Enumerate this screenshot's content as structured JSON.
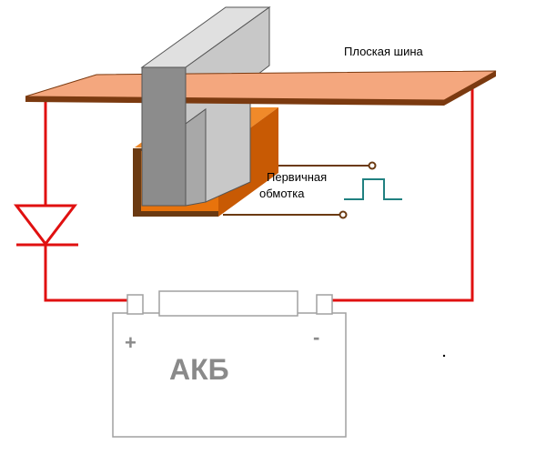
{
  "labels": {
    "busbar": "Плоская шина",
    "primary_winding_line1": "Первичная",
    "primary_winding_line2": "обмотка",
    "battery": "АКБ",
    "plus": "+",
    "minus": "-"
  },
  "colors": {
    "busbar_fill": "#f4a77e",
    "busbar_edge": "#7b3a10",
    "winding_front": "#e8730c",
    "winding_right": "#c85a04",
    "winding_top": "#f08a2a",
    "winding_base": "#6b3a12",
    "core_front": "#8c8c8c",
    "core_light": "#c8c8c8",
    "core_top": "#e0e0e0",
    "wire": "#e01010",
    "lead": "#6b3a12",
    "pulse": "#208080",
    "battery_outline": "#a0a0a0",
    "battery_text": "#8a8a8a"
  },
  "icons": {
    "diode": "diode-symbol",
    "pulse": "square-pulse-icon",
    "core": "u-shaped-magnetic-core"
  }
}
